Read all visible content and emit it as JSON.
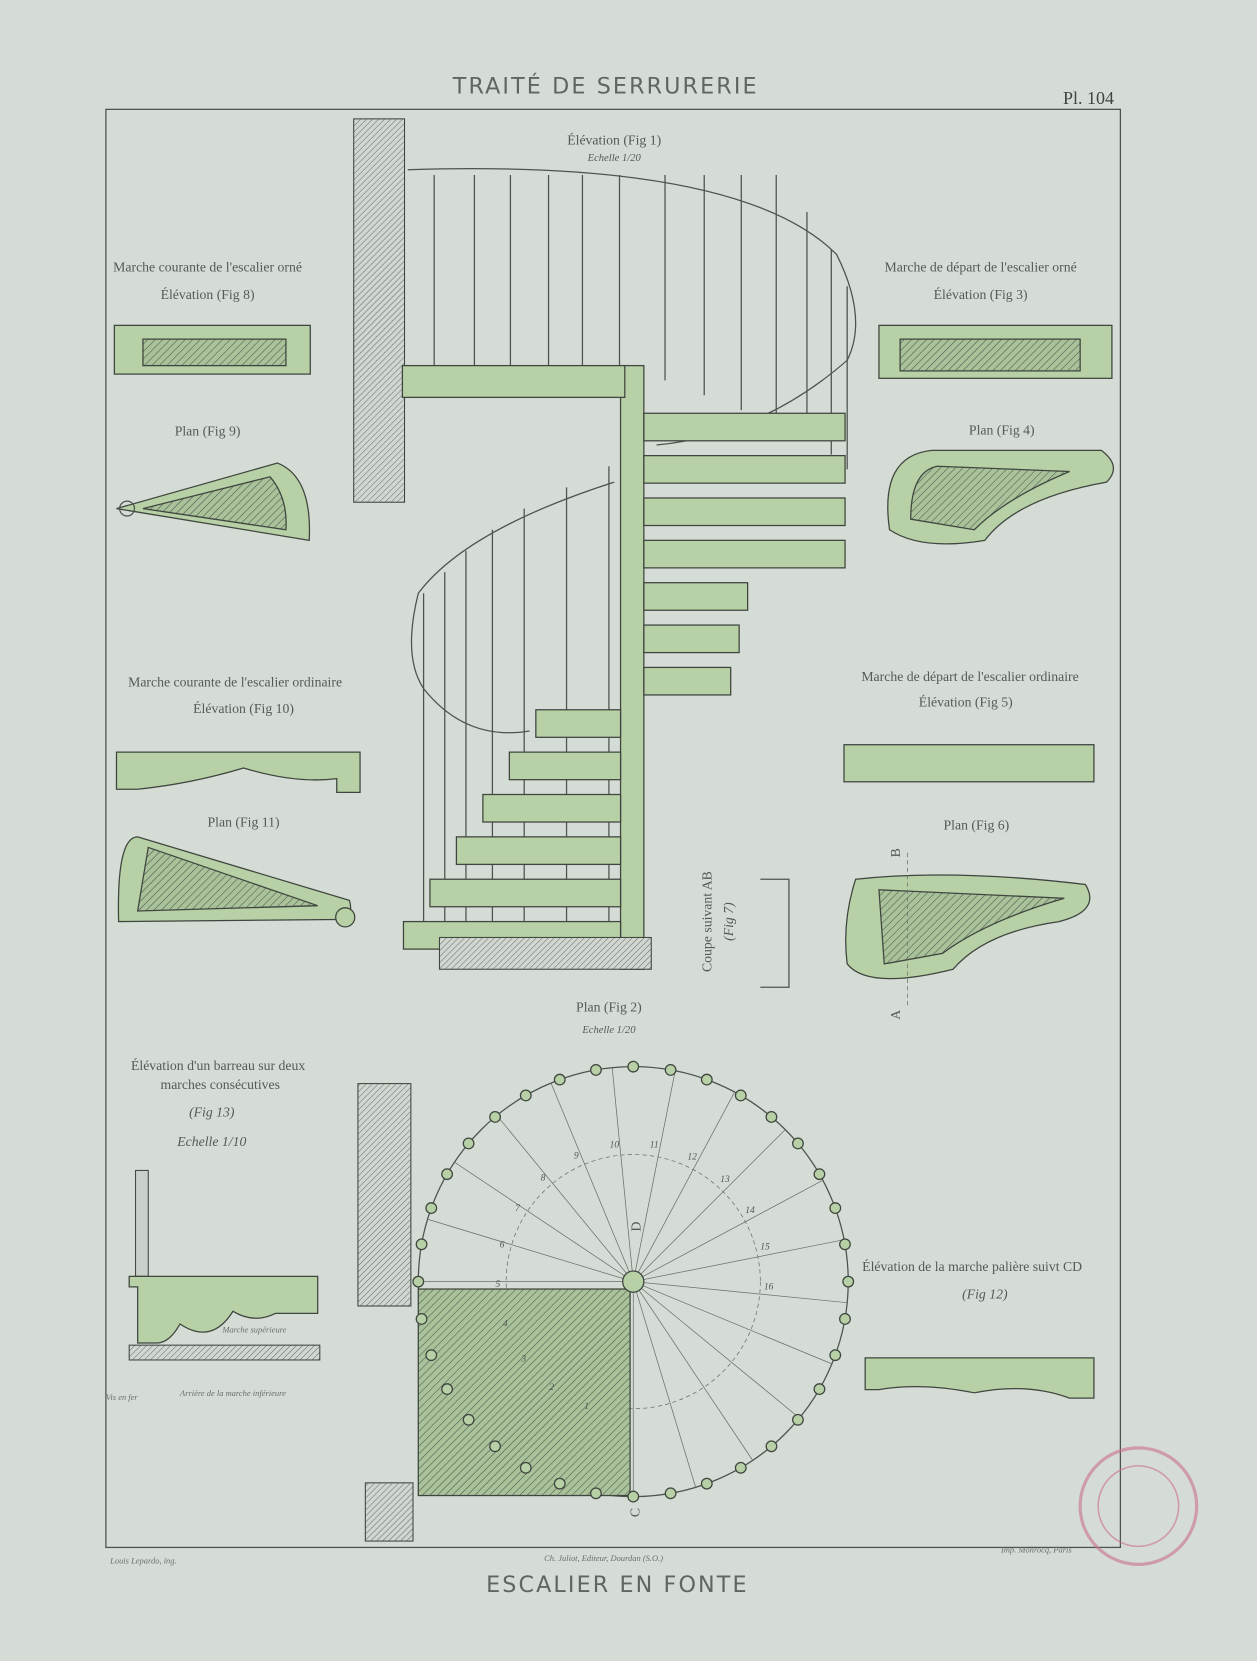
{
  "header": {
    "title": "TRAITÉ DE SERRURERIE",
    "plate_number": "Pl. 104"
  },
  "fig1": {
    "title": "Élévation (Fig 1)",
    "scale": "Echelle 1/20"
  },
  "fig8": {
    "caption": "Marche courante de l'escalier orné",
    "title": "Élévation (Fig 8)"
  },
  "fig9": {
    "title": "Plan (Fig 9)"
  },
  "fig3": {
    "caption": "Marche de départ de l'escalier orné",
    "title": "Élévation (Fig 3)"
  },
  "fig4": {
    "title": "Plan (Fig 4)"
  },
  "fig10": {
    "caption": "Marche courante de l'escalier ordinaire",
    "title": "Élévation (Fig 10)"
  },
  "fig11": {
    "title": "Plan (Fig 11)"
  },
  "fig5": {
    "caption": "Marche de départ de l'escalier ordinaire",
    "title": "Élévation (Fig 5)"
  },
  "fig6": {
    "title": "Plan (Fig 6)",
    "point_a": "A",
    "point_b": "B"
  },
  "fig7": {
    "caption": "Coupe suivant AB",
    "title": "(Fig 7)"
  },
  "fig2": {
    "title": "Plan (Fig 2)",
    "scale": "Echelle 1/20",
    "point_c": "C",
    "point_d": "D",
    "step_numbers": [
      "1",
      "2",
      "3",
      "4",
      "5",
      "6",
      "7",
      "8",
      "9",
      "10",
      "11",
      "12",
      "13",
      "14",
      "15",
      "16"
    ]
  },
  "fig13": {
    "caption_line1": "Élévation d'un barreau sur deux",
    "caption_line2": "marches consécutives",
    "title": "(Fig 13)",
    "scale": "Echelle 1/10",
    "label_upper": "Marche supérieure",
    "label_lower": "Arrière de la marche inférieure",
    "label_screw": "Vis en fer"
  },
  "fig12": {
    "caption": "Élévation de la marche palière suivt CD",
    "title": "(Fig 12)"
  },
  "footer": {
    "engraver": "Louis Lepardo, ing.",
    "publisher": "Ch. Juliot, Editeur, Dourdan (S.O.)",
    "printer": "Imp. Monrocq, Paris",
    "title": "ESCALIER EN FONTE"
  },
  "colors": {
    "paper": "#d5dbd5",
    "wash": "#b7d0a6",
    "ink": "#4d534d",
    "stamp": "#c9708a"
  }
}
